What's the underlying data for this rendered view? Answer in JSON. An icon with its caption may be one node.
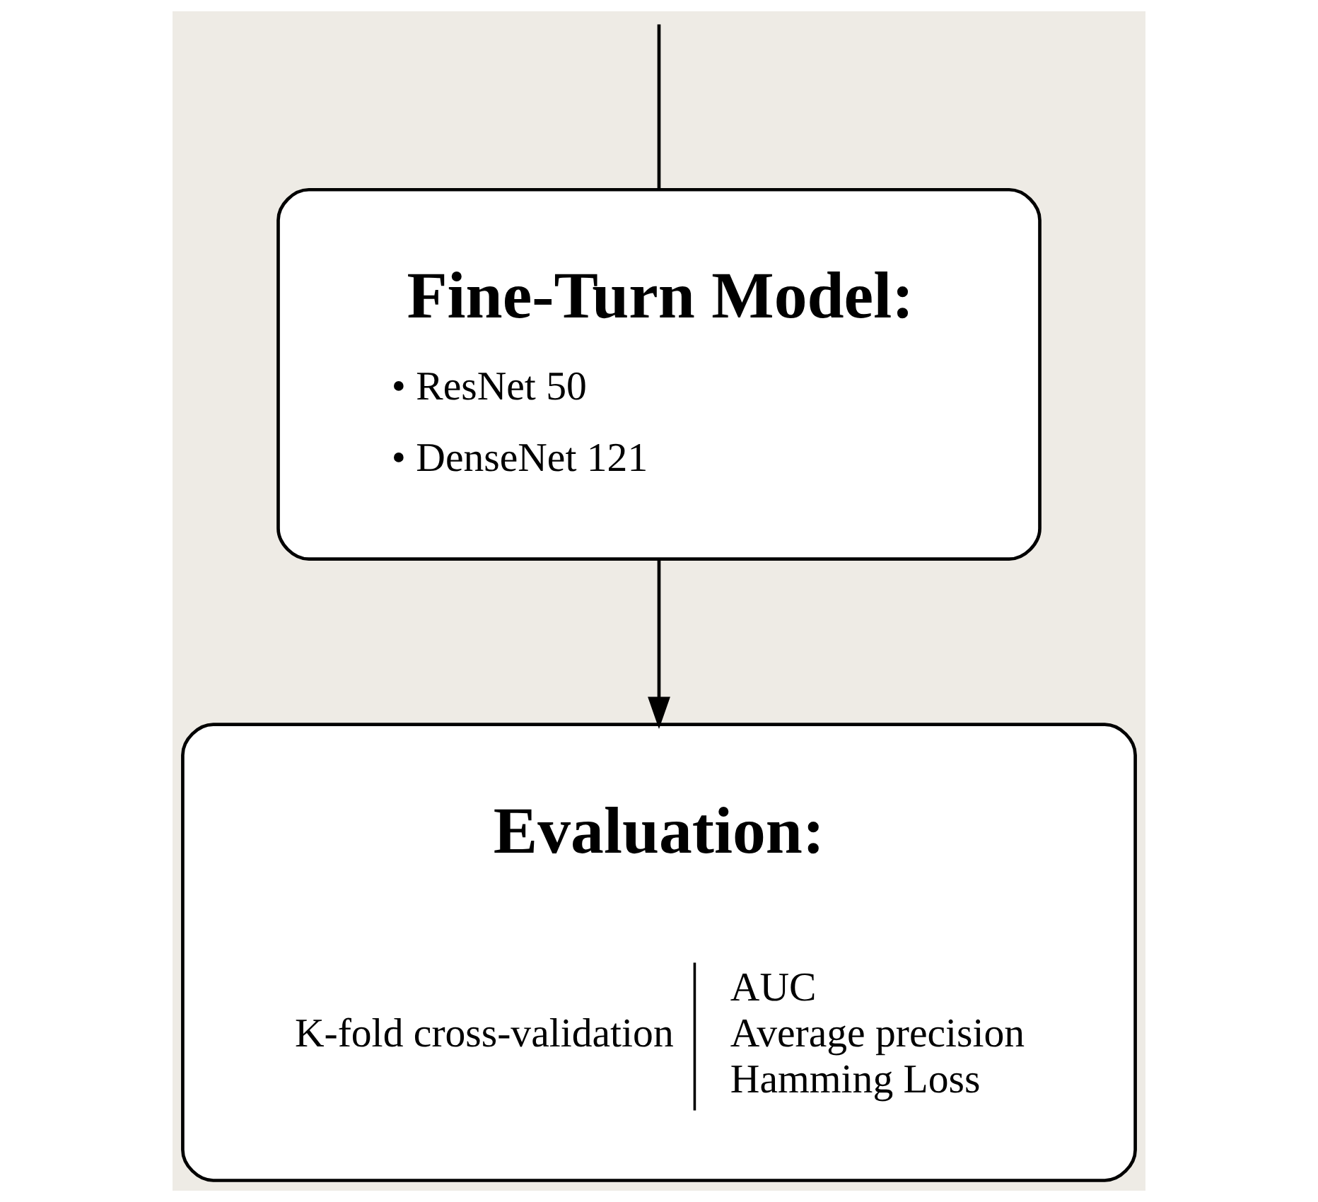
{
  "diagram": {
    "nodes": [
      {
        "text": [
          "Fine-Turn Model:",
          "• ResNet 50",
          "• DenseNet 121"
        ]
      },
      {
        "text": [
          "Evaluation:",
          "K-fold cross-validation",
          "AUC",
          "Average precision",
          "Hamming Loss"
        ]
      }
    ],
    "edges": [
      {
        "from": null,
        "to": 0,
        "arrow": "none"
      },
      {
        "from": 0,
        "to": 1,
        "arrow": "to"
      }
    ]
  }
}
